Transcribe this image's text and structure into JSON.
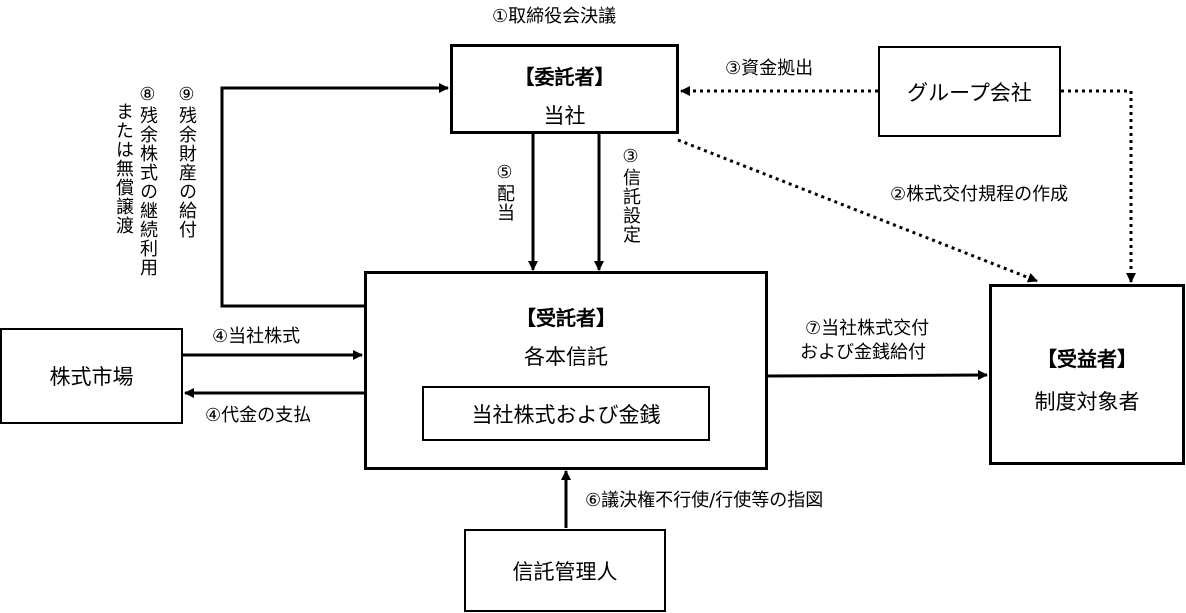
{
  "boxes": {
    "entrustor": {
      "title": "【委託者】",
      "name": "当社"
    },
    "group": {
      "name": "グループ会社"
    },
    "trustee": {
      "title": "【受託者】",
      "name": "各本信託",
      "inner": "当社株式および金銭"
    },
    "beneficiary": {
      "title": "【受益者】",
      "name": "制度対象者"
    },
    "market": {
      "name": "株式市場"
    },
    "trust_admin": {
      "name": "信託管理人"
    }
  },
  "labels": {
    "board": "①取締役会決議",
    "rules": "②株式交付規程の作成",
    "funding": "③資金拠出",
    "trust_setup": "③信託設定",
    "shares_buy": "④当社株式",
    "payment": "④代金の支払",
    "dividend": "⑤配当",
    "voting": "⑥議決権不行使/行使等の指図",
    "delivery_1": "⑦当社株式交付",
    "delivery_2": "および金銭給付",
    "residual_1": "⑧残余株式の継続利用",
    "residual_2": "または無償譲渡",
    "residual_assets": "⑨残余財産の給付"
  }
}
